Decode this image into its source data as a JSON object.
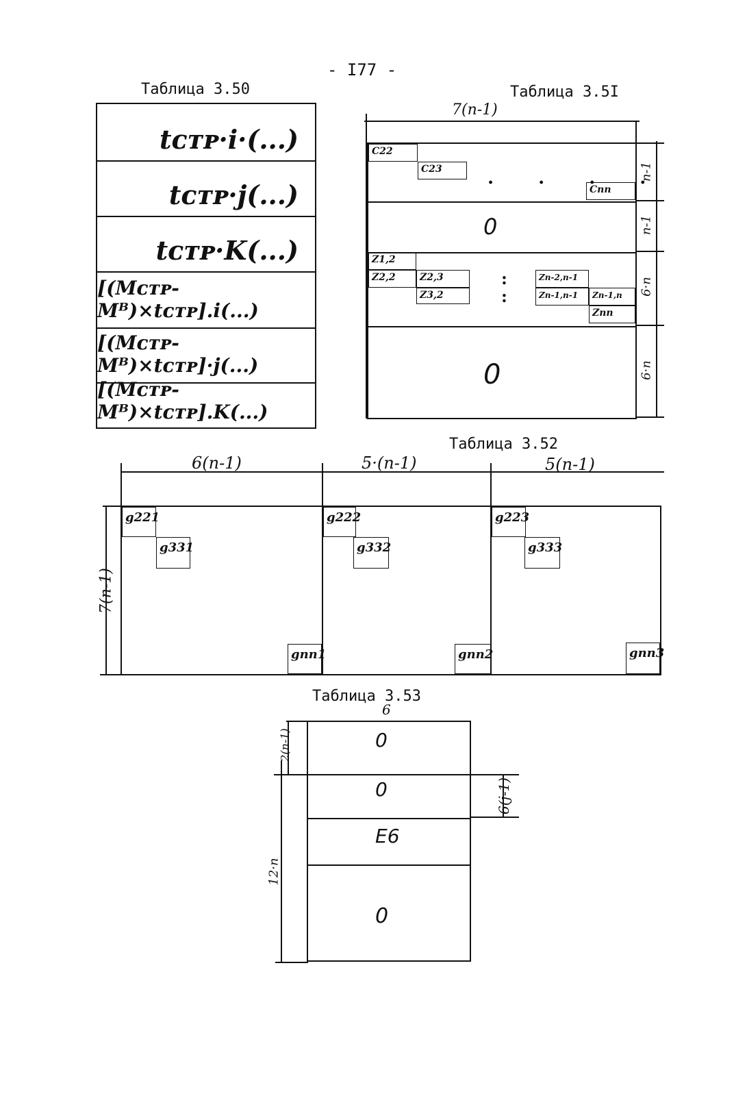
{
  "page_number": "- I77 -",
  "table_50": {
    "title": "Таблица 3.50",
    "rows": [
      "tᴄᴛᴘ·i·(...)",
      "tᴄᴛᴘ·j(...)",
      "tᴄᴛᴘ·K(...)",
      "[(Mᴄᴛᴘ-Mᴮ)×tᴄᴛᴘ].i(...)",
      "[(Mᴄᴛᴘ-Mᴮ)×tᴄᴛᴘ]·j(...)",
      "[(Mᴄᴛᴘ-Mᴮ)×tᴄᴛᴘ].K(...)"
    ]
  },
  "table_51": {
    "title": "Таблица 3.5I",
    "top_dim": "7(n-1)",
    "blocks": {
      "c22": "C22",
      "c23": "C23",
      "cnn": "Cnn",
      "zero1": "0",
      "zero2": "0",
      "z12": "Z1,2",
      "z22": "Z2,2",
      "z23": "Z2,3",
      "z32": "Z3,2",
      "zn2n1": "Zn-2,n-1",
      "zn1n1": "Zn-1,n-1",
      "zn1n": "Zn-1,n",
      "znn": "Znn",
      "dots": "· · · ·",
      "vdots": ":"
    },
    "side_dims": [
      "n-1",
      "n-1",
      "6·n",
      "6·n"
    ]
  },
  "table_52": {
    "title": "Таблица 3.52",
    "top_dims": [
      "6(n-1)",
      "5·(n-1)",
      "5(n-1)"
    ],
    "left_dim": "7(n-1)",
    "cells": {
      "g221": "g221",
      "g331": "g331",
      "gnn1": "gnn1",
      "g222": "g222",
      "g332": "g332",
      "gnn2": "gnn2",
      "g223": "g223",
      "g333": "g333",
      "gnn3": "gnn3"
    }
  },
  "table_53": {
    "title": "Таблица 3.53",
    "top_dim": "6",
    "left_dims": [
      "2(n-1)",
      "12·n"
    ],
    "right_dim": "6(j-1)",
    "rows": [
      "0",
      "0",
      "E6",
      "0"
    ]
  }
}
